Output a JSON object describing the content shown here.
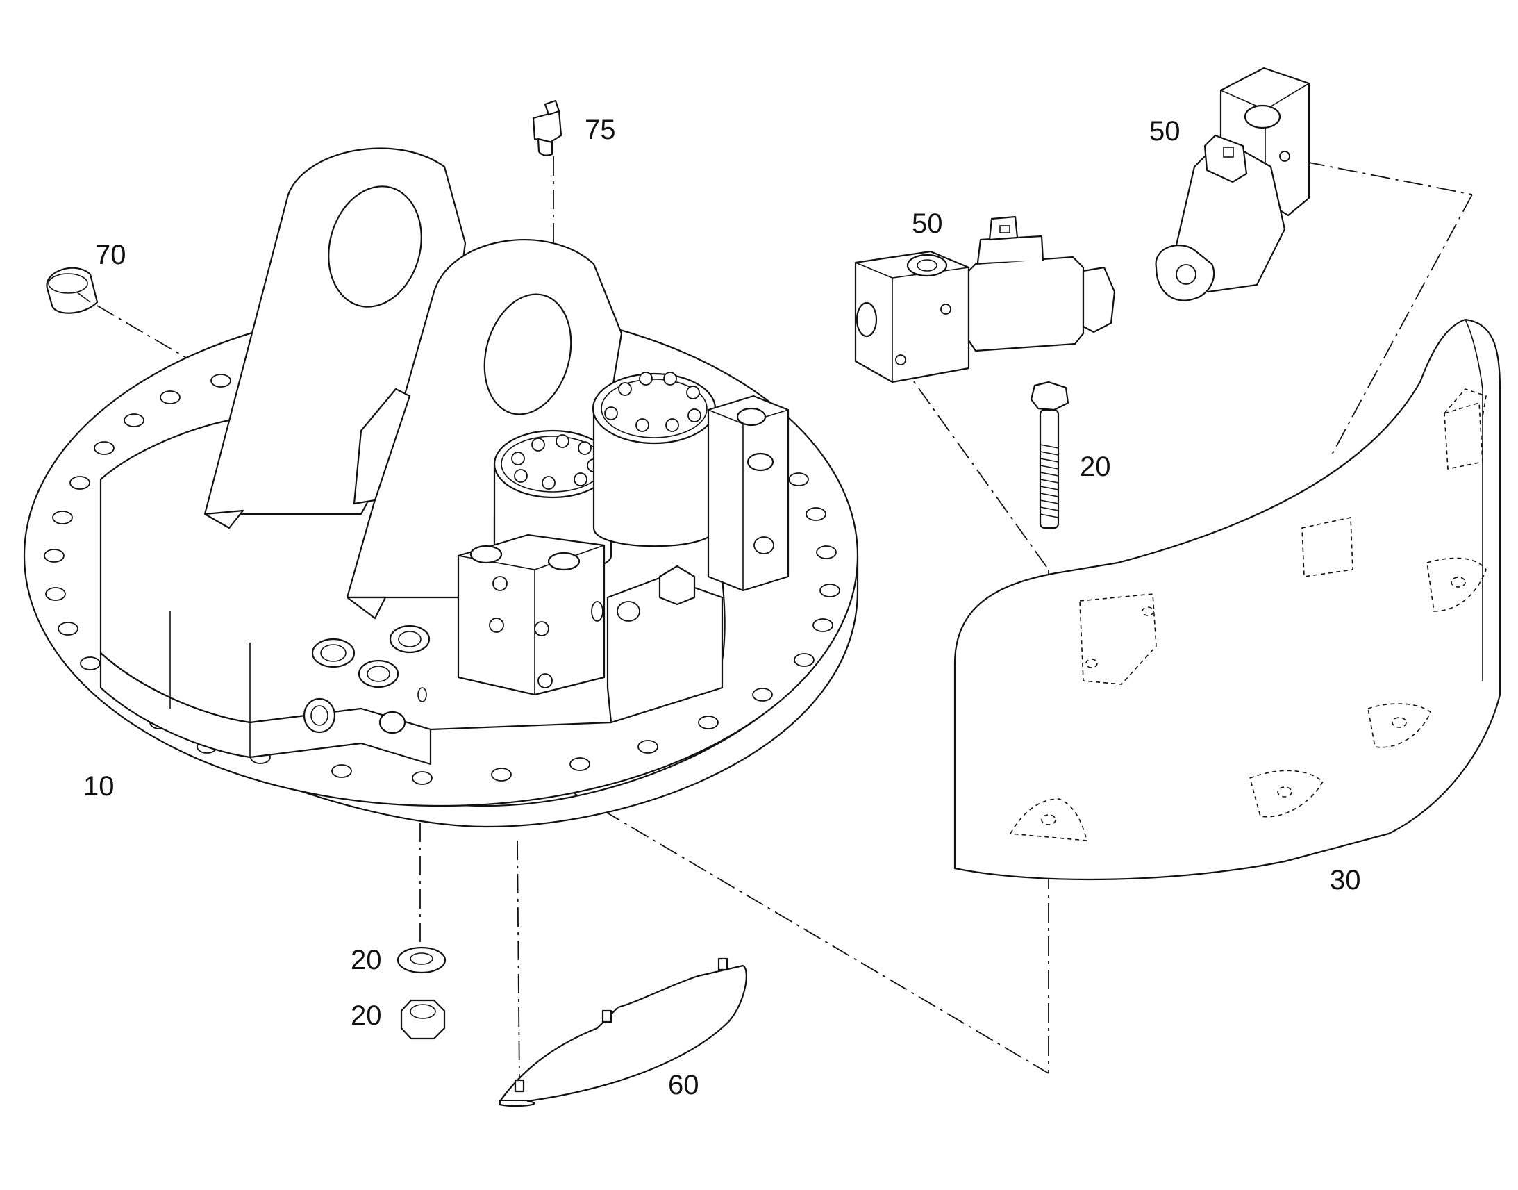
{
  "callouts": {
    "c10": "10",
    "c20_bolt": "20",
    "c20_washer": "20",
    "c20_nut": "20",
    "c30": "30",
    "c50_left": "50",
    "c50_right": "50",
    "c60": "60",
    "c70": "70",
    "c75": "75"
  }
}
